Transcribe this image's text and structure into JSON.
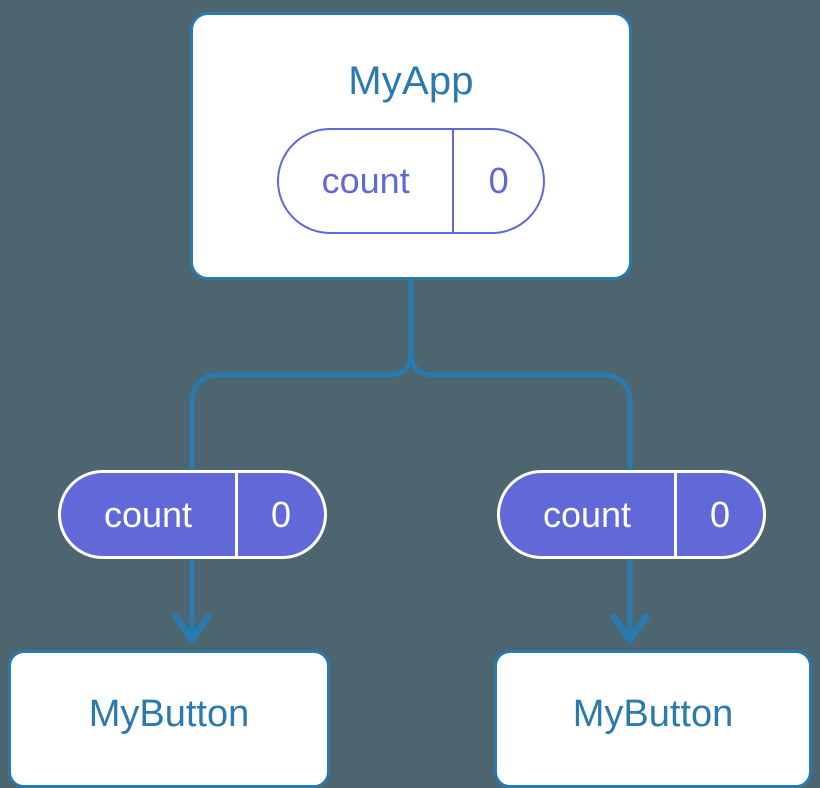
{
  "canvas": {
    "background_color": "#4c656e",
    "accent_blue": "#2a7ab0",
    "state_purple": "#6169d8",
    "surface_white": "#ffffff"
  },
  "root": {
    "title": "MyApp",
    "state": {
      "key": "count",
      "value": "0"
    }
  },
  "children": [
    {
      "prop": {
        "key": "count",
        "value": "0"
      },
      "component": {
        "label": "MyButton"
      }
    },
    {
      "prop": {
        "key": "count",
        "value": "0"
      },
      "component": {
        "label": "MyButton"
      }
    }
  ]
}
